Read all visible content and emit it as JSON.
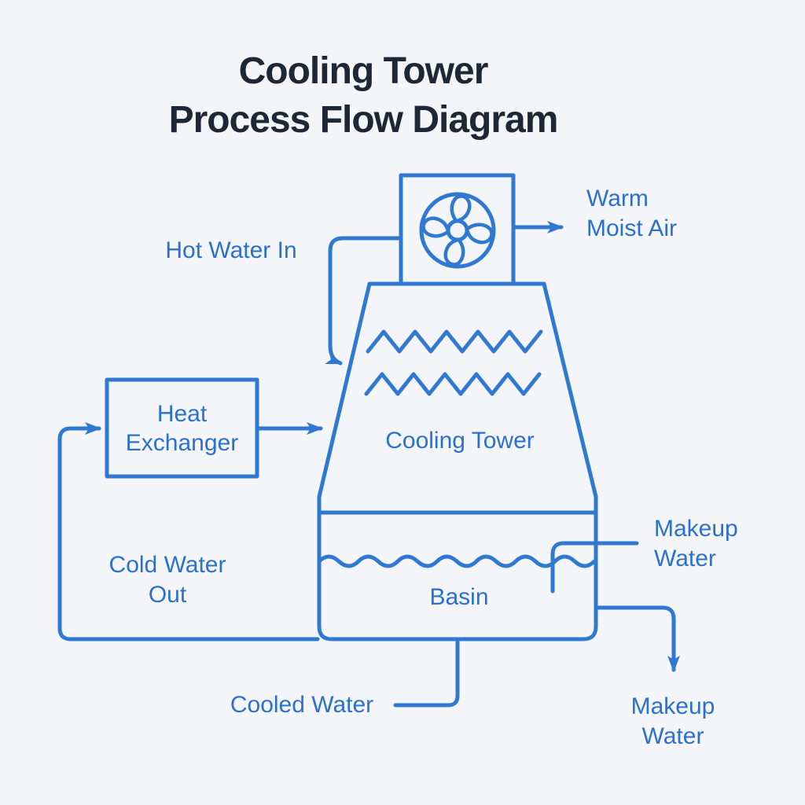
{
  "title": {
    "text": "Cooling Tower\nProcess Flow Diagram"
  },
  "labels": {
    "hot_water_in": "Hot Water In",
    "warm_moist_air": "Warm\nMoist Air",
    "heat_exchanger": "Heat\nExchanger",
    "cooling_tower": "Cooling Tower",
    "cold_water_out": "Cold Water\nOut",
    "basin": "Basin",
    "makeup_water_inlet": "Makeup\nWater",
    "cooled_water": "Cooled Water",
    "makeup_water_supply": "Makeup\nWater"
  },
  "icons": {
    "fan": "fan-icon"
  },
  "colors": {
    "background": "#f3f5f8",
    "diagram_blue": "#3079d3",
    "label_blue": "#2c70cf",
    "title_dark": "#1e2735"
  }
}
